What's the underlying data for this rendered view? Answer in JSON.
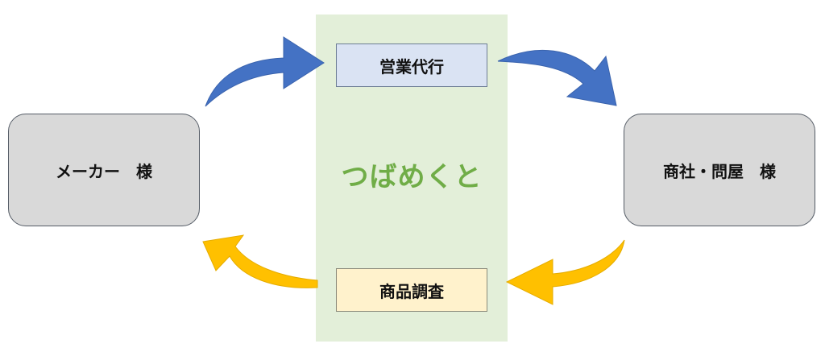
{
  "center": {
    "title": "つばめくと",
    "top_label": "営業代行",
    "bottom_label": "商品調査"
  },
  "parties": {
    "left": "メーカー　様",
    "right": "商社・問屋　様"
  },
  "colors": {
    "band": "#e3efd9",
    "title": "#70ad47",
    "blue_arrow": "#4472c4",
    "gold_arrow": "#ffc000",
    "top_label_fill": "#dae3f3",
    "bottom_label_fill": "#fff2cc",
    "party_fill": "#d9d9d9"
  }
}
